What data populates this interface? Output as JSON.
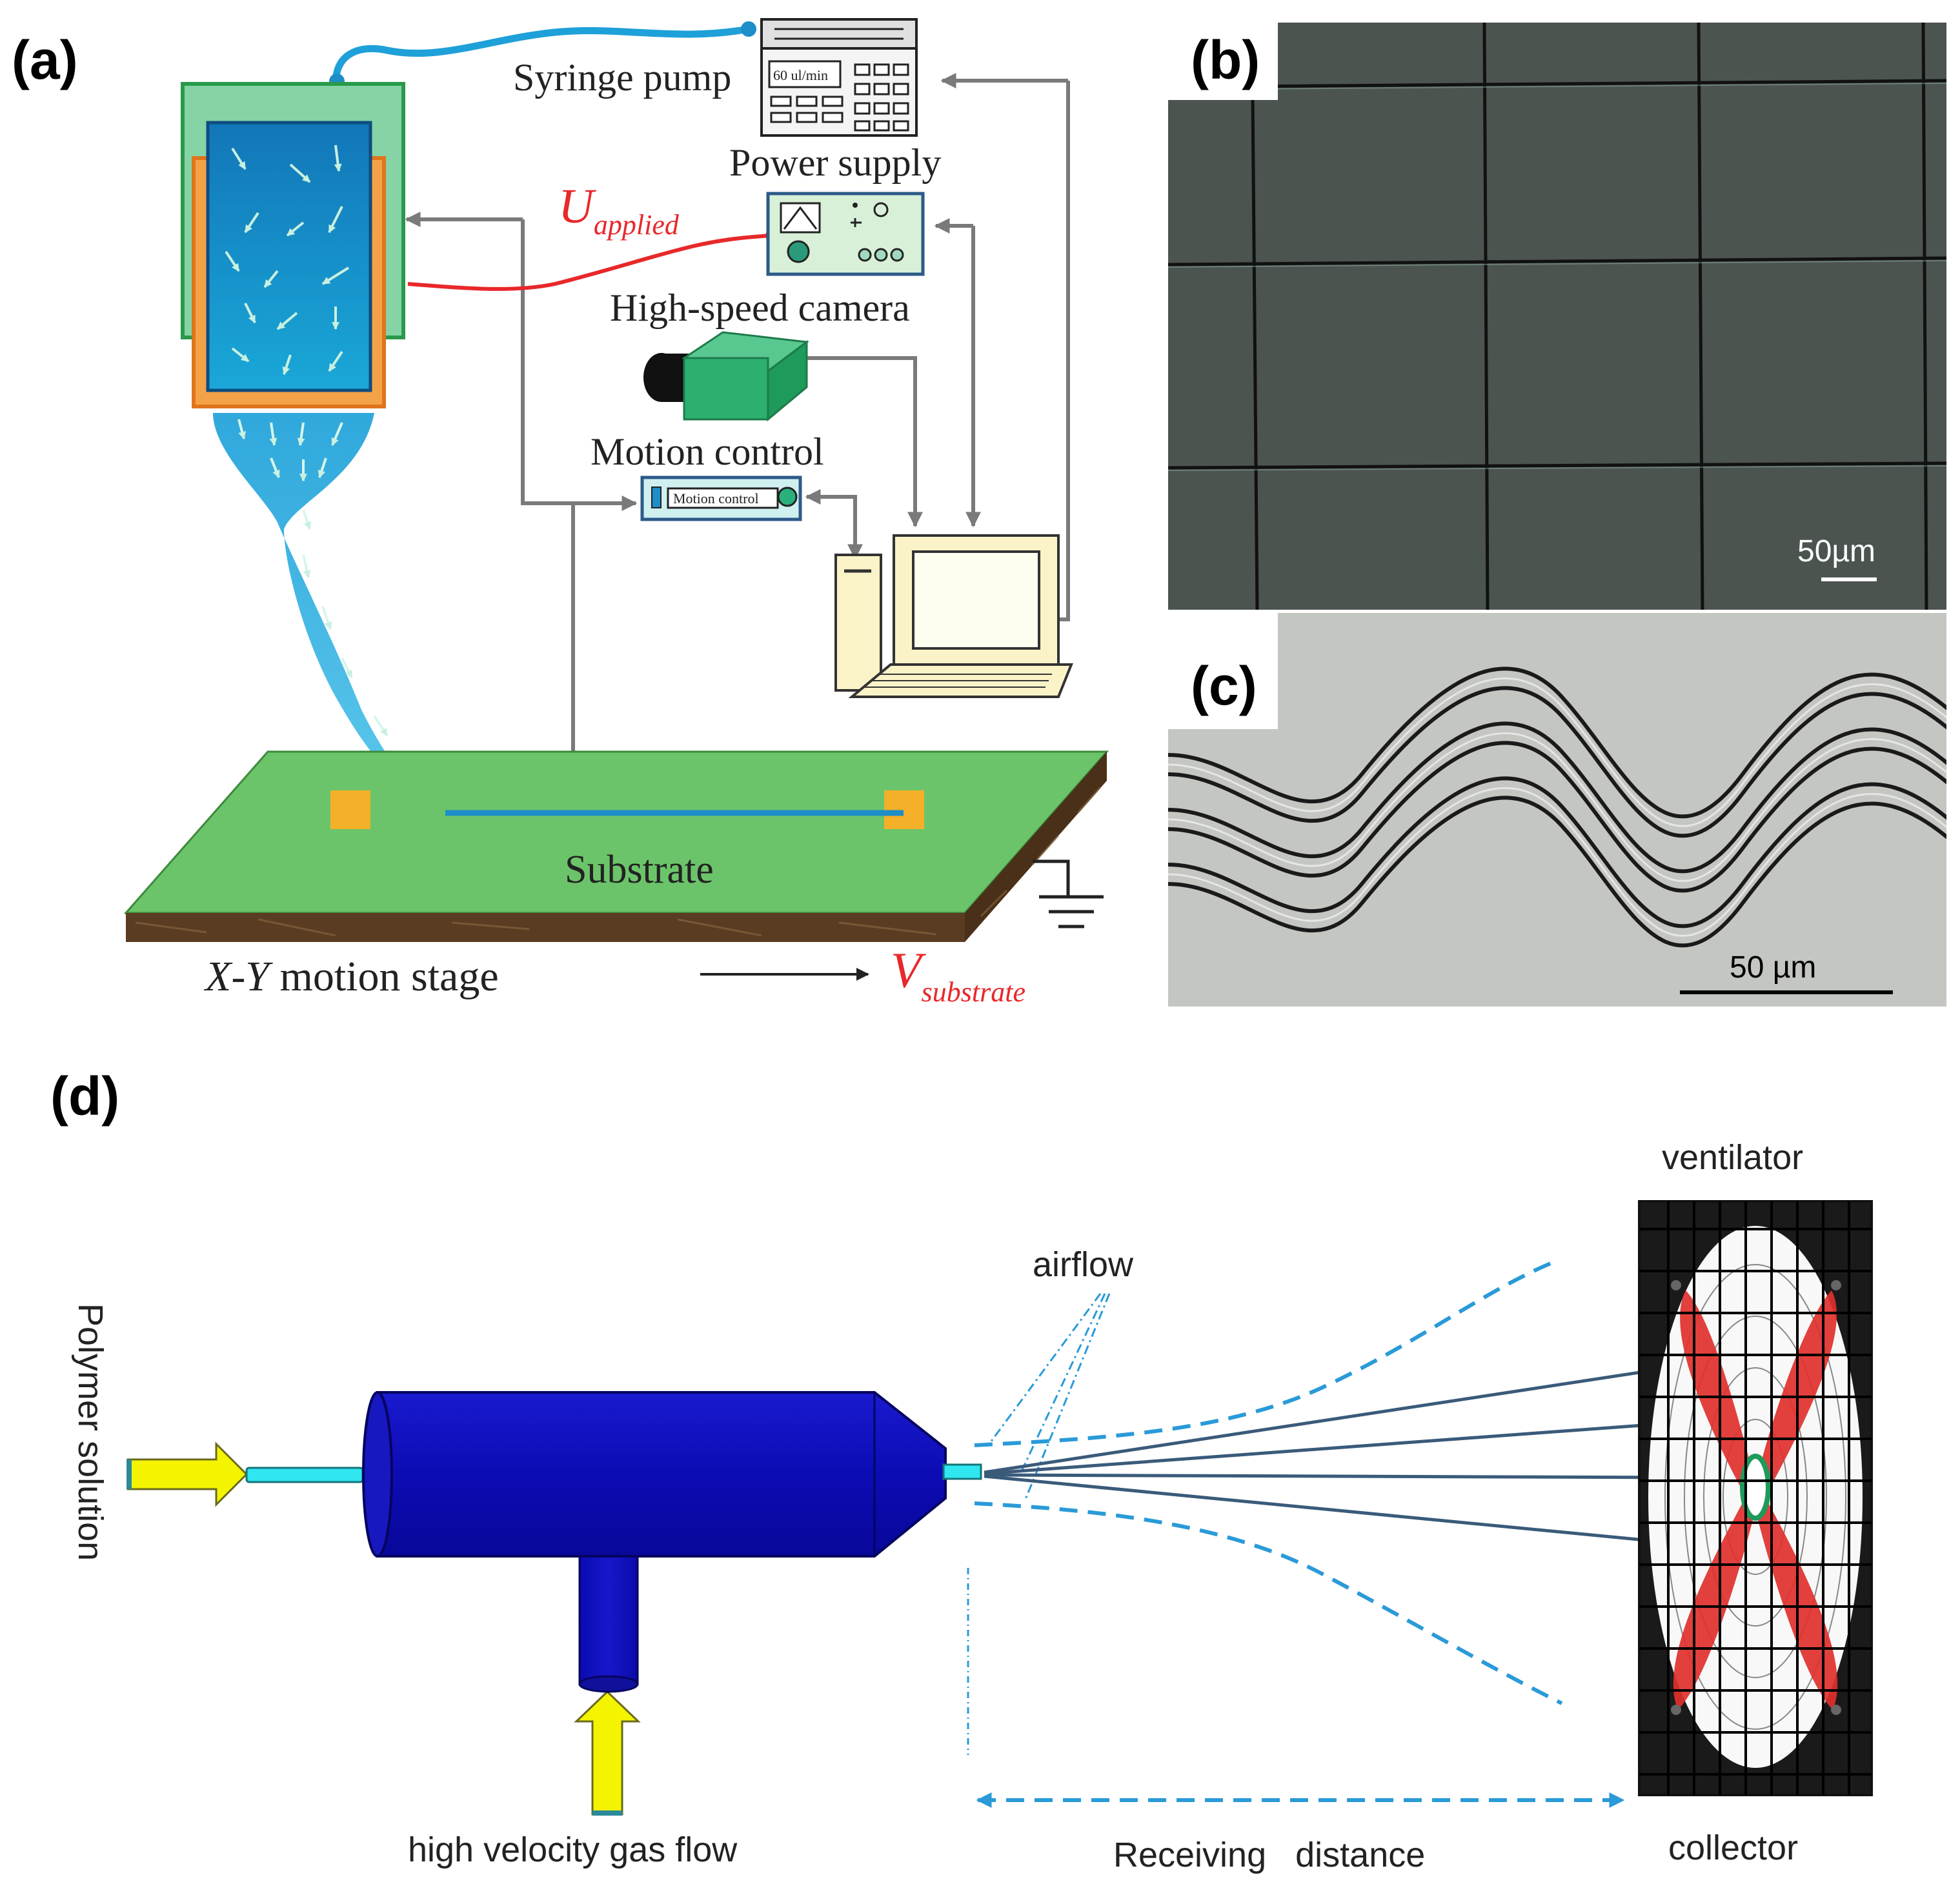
{
  "panels": {
    "a": {
      "label": "(a)",
      "syringe_pump": "Syringe pump",
      "pump_display": "60 ul/min",
      "power_supply": "Power supply",
      "u_main": "U",
      "u_sub": "applied",
      "camera": "High-speed camera",
      "motion_control": "Motion control",
      "motion_device_label": "Motion control",
      "substrate": "Substrate",
      "stage_italic": "X-Y",
      "stage_rest": " motion stage",
      "v_main": "V",
      "v_sub": "substrate"
    },
    "b": {
      "label": "(b)",
      "scale": "50µm"
    },
    "c": {
      "label": "(c)",
      "scale": "50 µm"
    },
    "d": {
      "label": "(d)",
      "polymer": "Polymer  solution",
      "gas": "high velocity gas flow",
      "airflow": "airflow",
      "receiving": "Receiving   distance",
      "ventilator": "ventilator",
      "collector": "collector"
    }
  },
  "colors": {
    "jet_blue": "#1e90c8",
    "voltage_red": "#e8282a",
    "substrate_green": "#6cc46a",
    "nozzle_blue": "#1010b4",
    "arrow_yellow": "#f4f400",
    "fan_red": "#e0302c",
    "airflow_dash": "#2a9ad8"
  },
  "icons": [
    "syringe-pump-icon",
    "power-supply-icon",
    "camera-icon",
    "motion-controller-icon",
    "computer-icon",
    "ground-icon",
    "nozzle-icon",
    "ventilator-fan-icon"
  ]
}
